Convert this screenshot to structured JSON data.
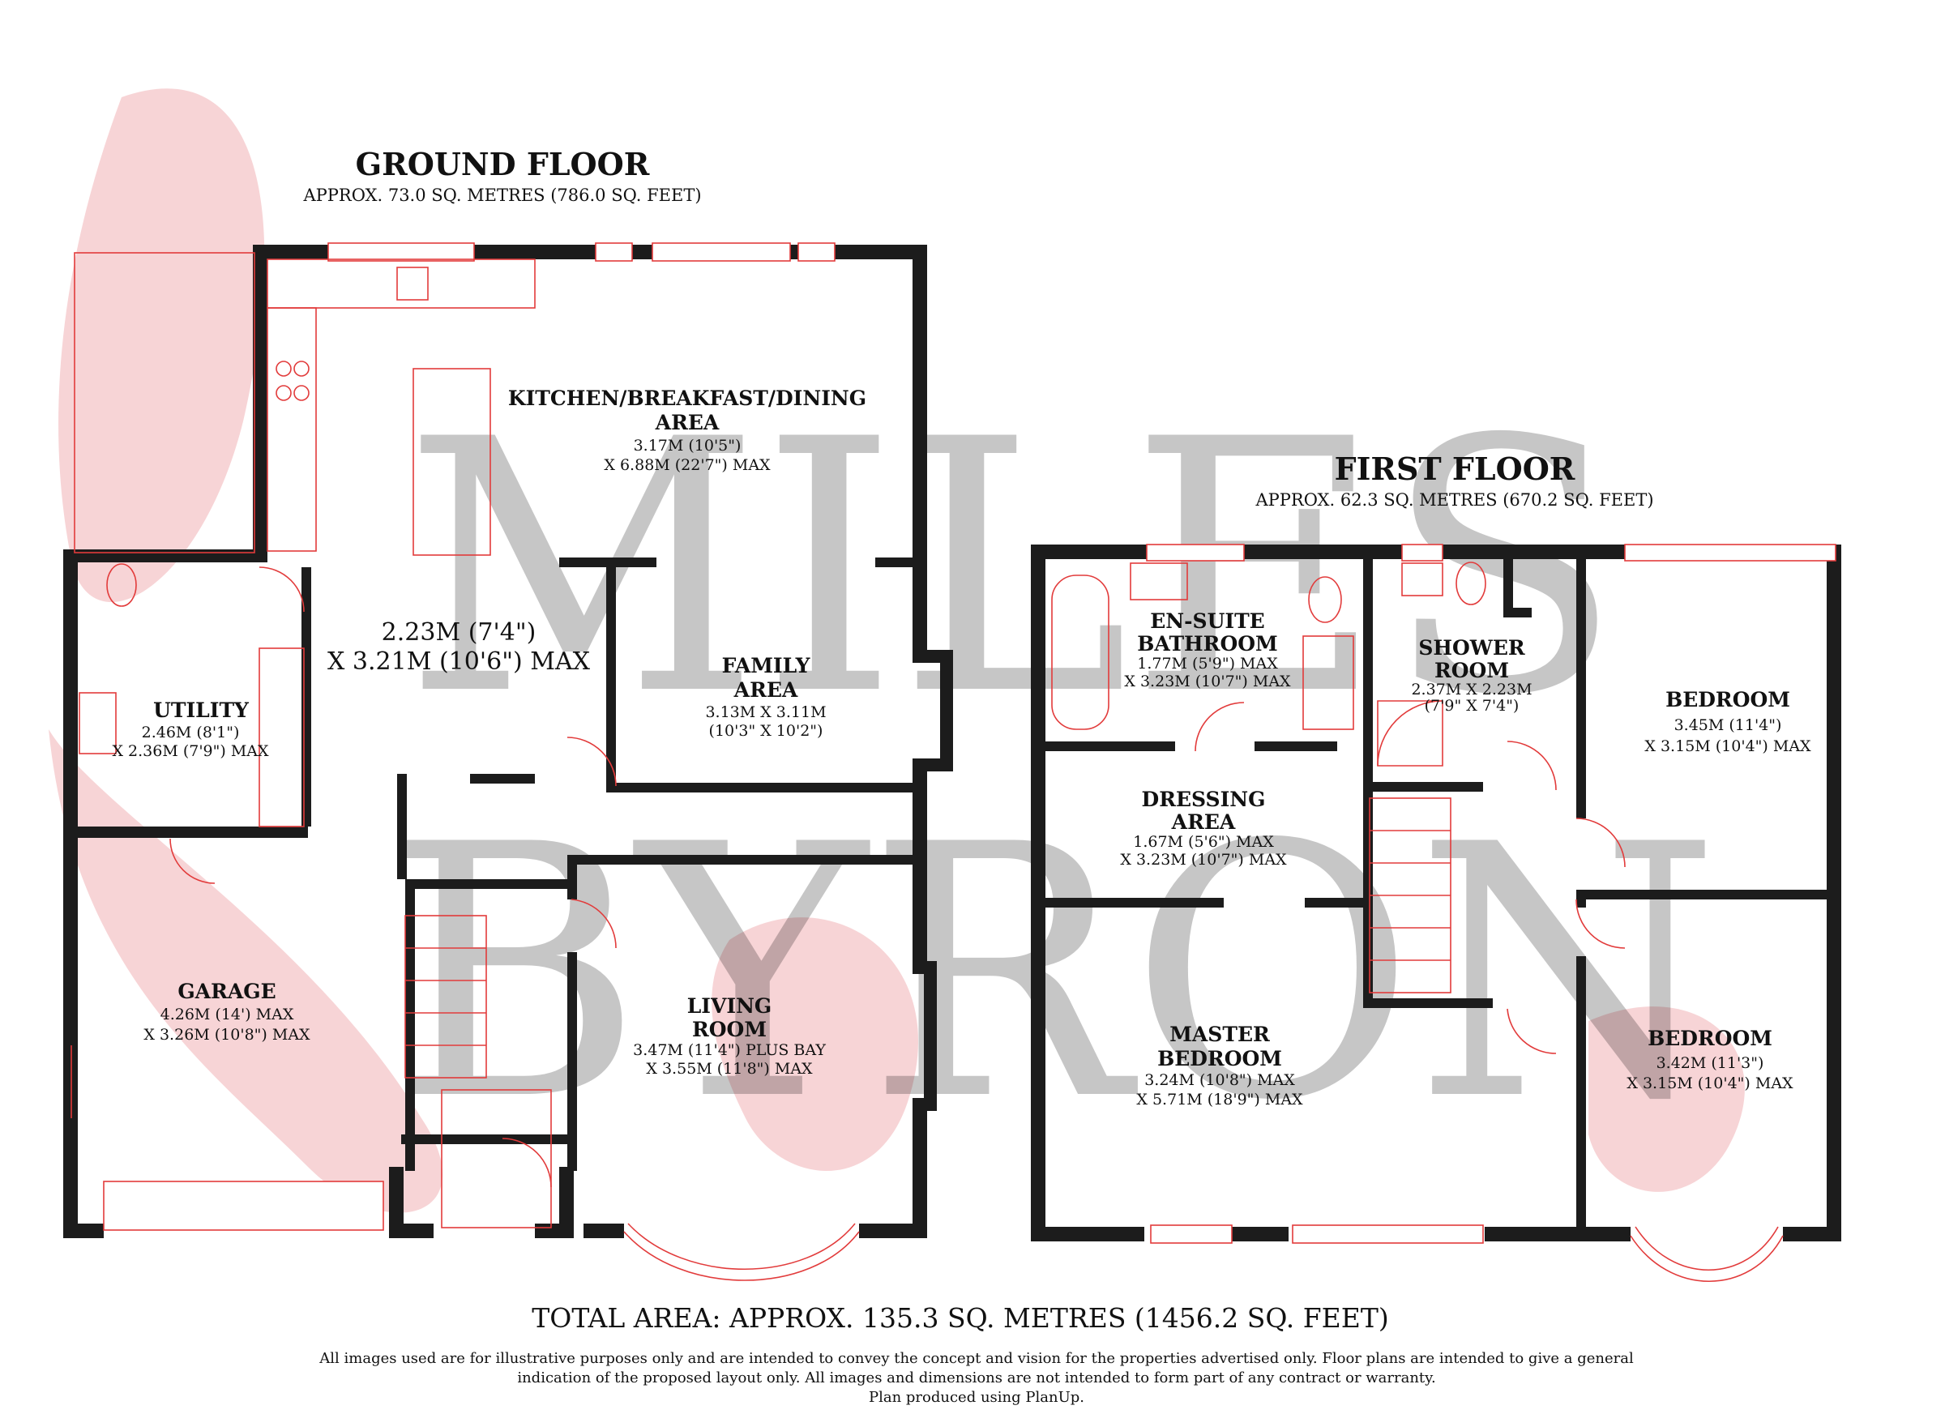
{
  "watermark": {
    "line1": "MILES",
    "line2": "BYRON"
  },
  "ground_floor": {
    "title": "GROUND FLOOR",
    "area": "APPROX. 73.0 SQ. METRES (786.0 SQ. FEET)",
    "rooms": {
      "kitchen": {
        "name_l1": "KITCHEN/BREAKFAST/DINING",
        "name_l2": "AREA",
        "dim1": "3.17M (10'5\")",
        "dim2": "X 6.88M (22'7\") MAX"
      },
      "dining": {
        "dim1": "2.23M (7'4\")",
        "dim2": "X 3.21M (10'6\") MAX"
      },
      "family": {
        "name_l1": "FAMILY",
        "name_l2": "AREA",
        "dim1": "3.13M X 3.11M",
        "dim2": "(10'3\" X 10'2\")"
      },
      "utility": {
        "name": "UTILITY",
        "dim1": "2.46M (8'1\")",
        "dim2": "X 2.36M (7'9\") MAX"
      },
      "garage": {
        "name": "GARAGE",
        "dim1": "4.26M (14') MAX",
        "dim2": "X 3.26M (10'8\") MAX"
      },
      "living": {
        "name_l1": "LIVING",
        "name_l2": "ROOM",
        "dim1": "3.47M (11'4\") PLUS BAY",
        "dim2": "X 3.55M (11'8\") MAX"
      }
    }
  },
  "first_floor": {
    "title": "FIRST FLOOR",
    "area": "APPROX. 62.3 SQ. METRES (670.2 SQ. FEET)",
    "rooms": {
      "ensuite": {
        "name_l1": "EN-SUITE",
        "name_l2": "BATHROOM",
        "dim1": "1.77M (5'9\") MAX",
        "dim2": "X 3.23M (10'7\") MAX"
      },
      "shower": {
        "name_l1": "SHOWER",
        "name_l2": "ROOM",
        "dim1": "2.37M X 2.23M",
        "dim2": "(7'9\" X 7'4\")"
      },
      "bedroom_rear": {
        "name": "BEDROOM",
        "dim1": "3.45M (11'4\")",
        "dim2": "X 3.15M (10'4\") MAX"
      },
      "dressing": {
        "name_l1": "DRESSING",
        "name_l2": "AREA",
        "dim1": "1.67M (5'6\") MAX",
        "dim2": "X 3.23M (10'7\") MAX"
      },
      "master": {
        "name_l1": "MASTER",
        "name_l2": "BEDROOM",
        "dim1": "3.24M (10'8\") MAX",
        "dim2": "X 5.71M (18'9\") MAX"
      },
      "bedroom_front": {
        "name": "BEDROOM",
        "dim1": "3.42M (11'3\")",
        "dim2": "X 3.15M (10'4\") MAX"
      }
    }
  },
  "total_area": "TOTAL AREA: APPROX. 135.3 SQ. METRES (1456.2 SQ. FEET)",
  "disclaimer": {
    "line1": "All images used are for illustrative purposes only and are intended to convey the concept and vision for the properties advertised only. Floor plans are intended to give a general",
    "line2": "indication of the proposed layout only. All images and dimensions are not intended to form part of any contract or warranty.",
    "line3": "Plan produced using PlanUp."
  },
  "colors": {
    "wall": "#1c1c1c",
    "fixture": "#e23b3b",
    "logo_pink": "#f4c9cb"
  }
}
